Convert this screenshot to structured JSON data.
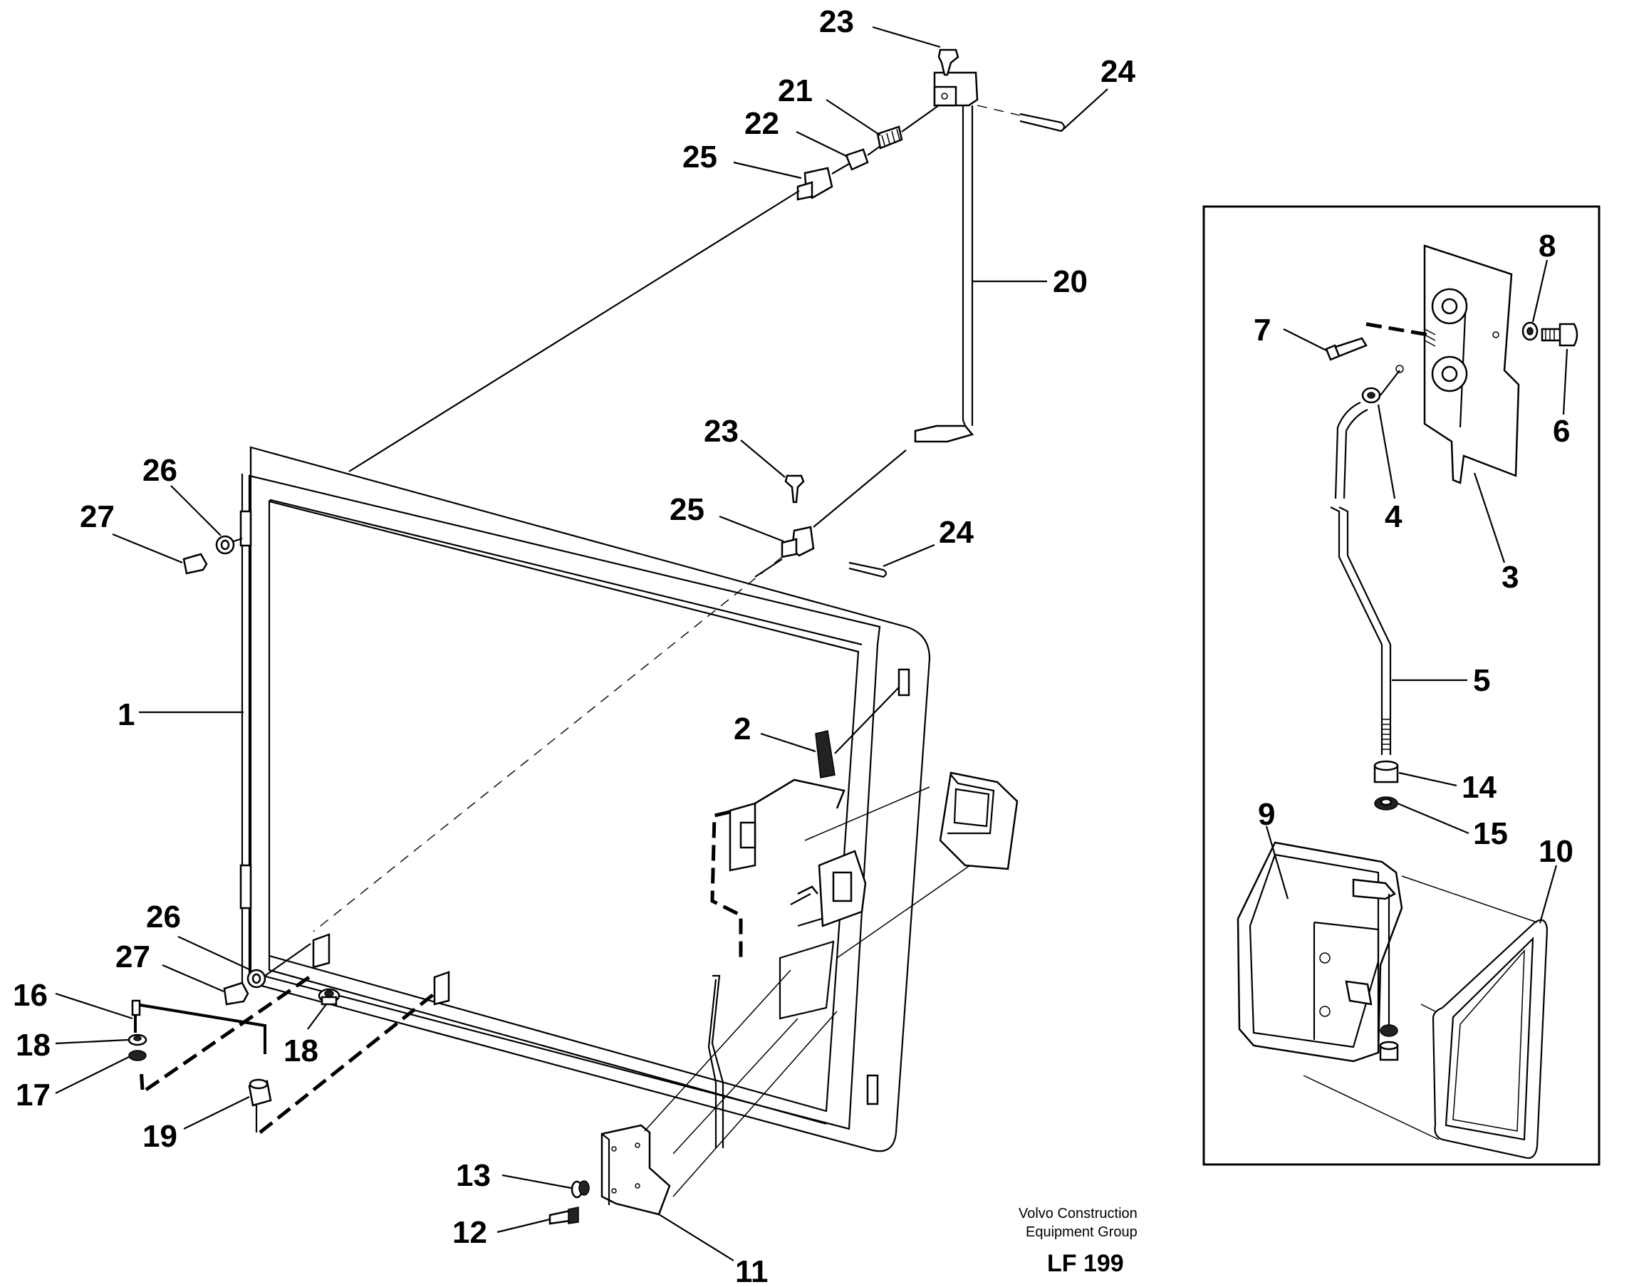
{
  "callouts": [
    "1",
    "2",
    "3",
    "4",
    "5",
    "6",
    "7",
    "8",
    "9",
    "10",
    "11",
    "12",
    "13",
    "14",
    "15",
    "16",
    "17",
    "18",
    "19",
    "20",
    "21",
    "22",
    "23",
    "24",
    "25",
    "26",
    "27"
  ],
  "caption": {
    "line1": "Volvo Construction",
    "line2": "Equipment Group",
    "code": "LF 199"
  }
}
